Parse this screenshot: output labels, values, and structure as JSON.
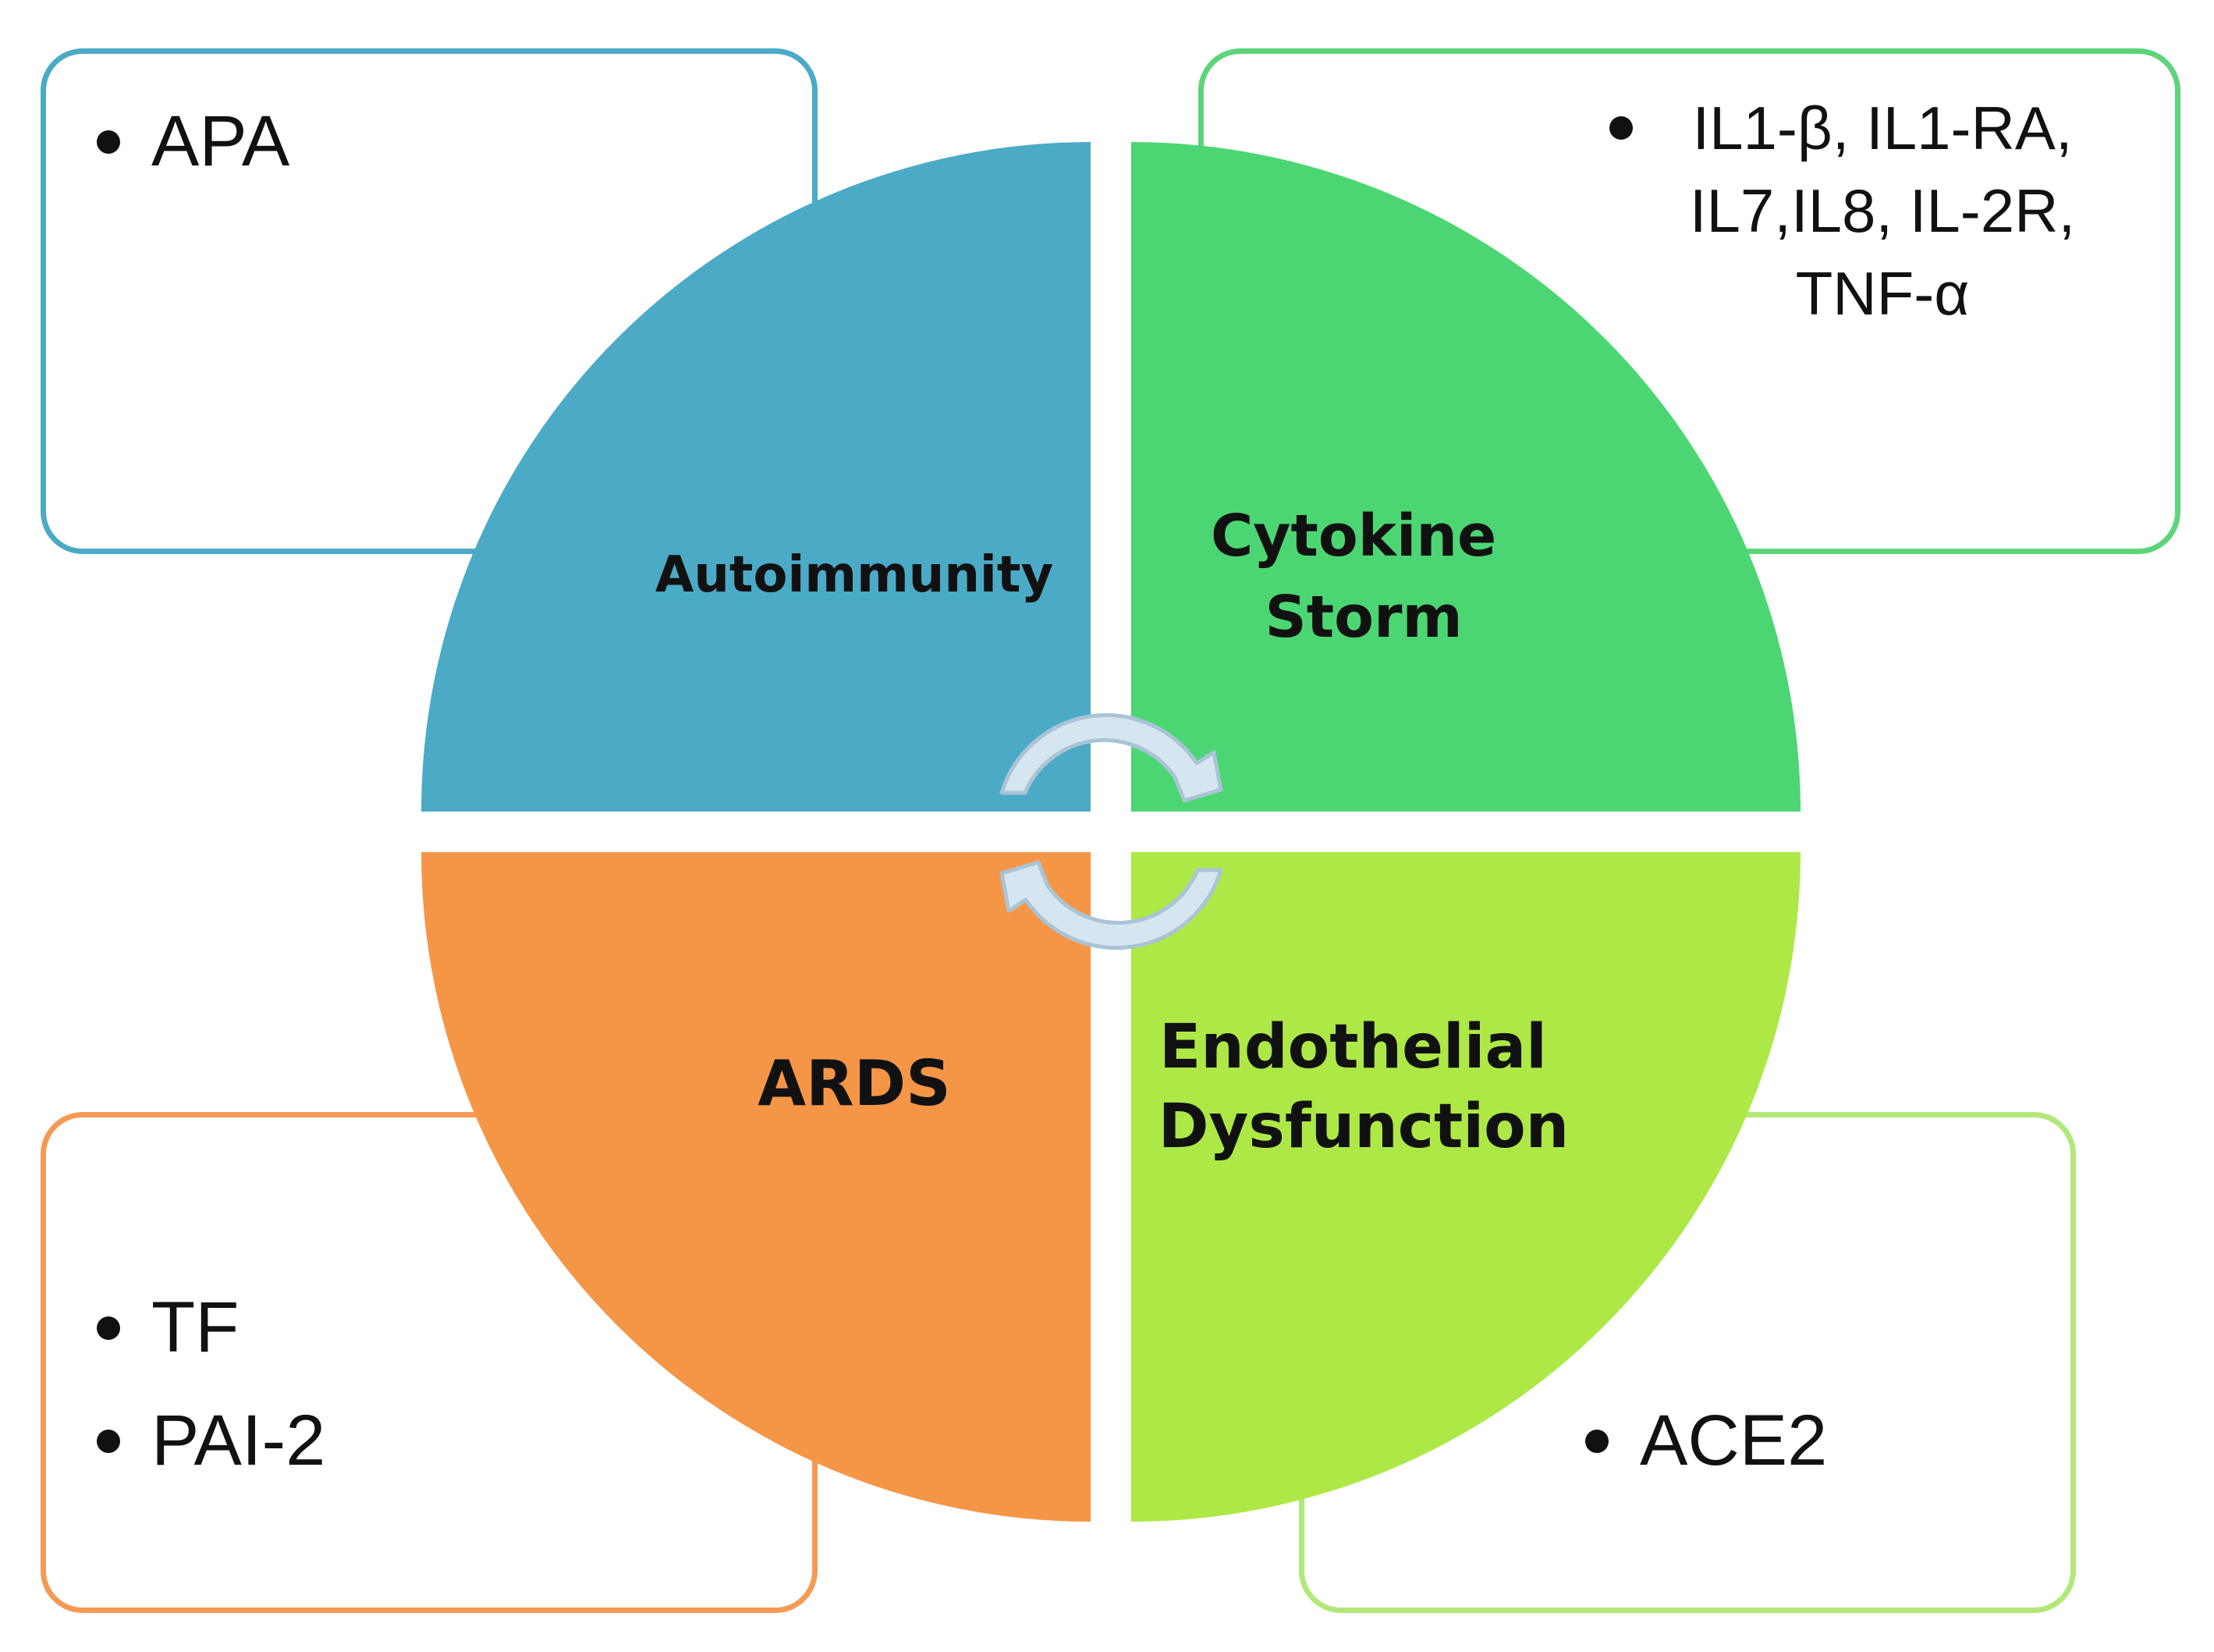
{
  "quadrants": {
    "top_left": {
      "label_lines": [
        "Autoimmunity"
      ],
      "color": "#4baac6"
    },
    "top_right": {
      "label_lines": [
        "Cytokine",
        "Storm"
      ],
      "color": "#4cd673"
    },
    "bottom_left": {
      "label_lines": [
        "ARDS"
      ],
      "color": "#f59647"
    },
    "bottom_right": {
      "label_lines": [
        "Endothelial",
        "Dysfunction"
      ],
      "color": "#aee846"
    }
  },
  "boxes": {
    "top_left": {
      "items": [
        "APA"
      ],
      "border_color": "#4baac6"
    },
    "top_right": {
      "items": [
        "IL1-β, IL1-RA,",
        "IL7,IL8, IL-2R,",
        "TNF-α"
      ],
      "border_color": "#5ed47a"
    },
    "bottom_left": {
      "items": [
        "TF",
        "PAI-2"
      ],
      "border_color": "#f59a55"
    },
    "bottom_right": {
      "items": [
        "ACE2"
      ],
      "border_color": "#b2e87a"
    }
  },
  "cycle_arrows": {
    "color": "#d5e6f0"
  }
}
